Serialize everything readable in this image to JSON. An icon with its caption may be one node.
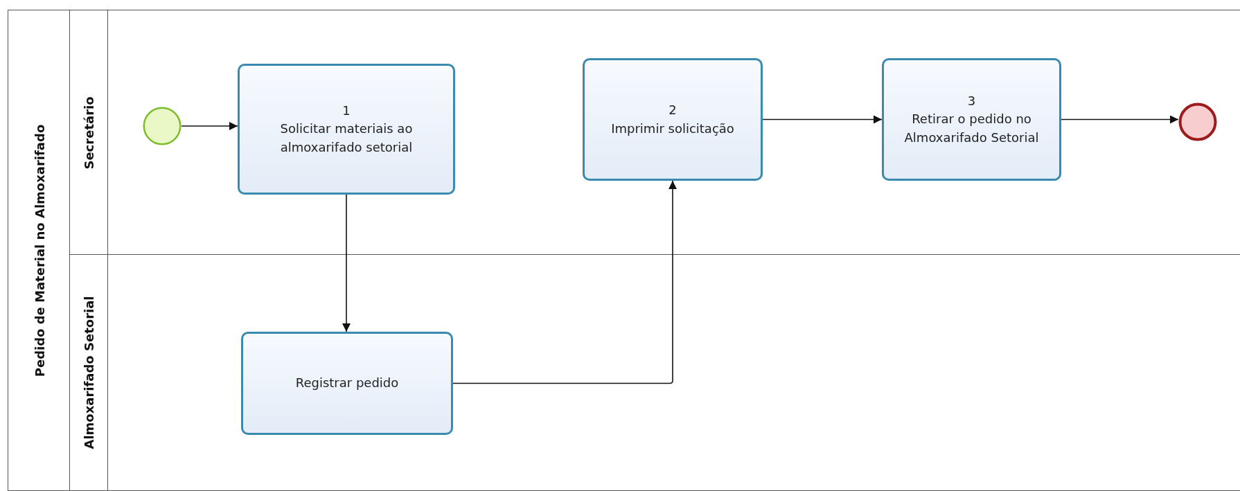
{
  "diagram": {
    "nodes": [
      {
        "text": [
          "Pedido de Material no Almoxarifado"
        ]
      },
      {
        "text": [
          "Secretário"
        ],
        "in": 0
      },
      {
        "text": [
          "Almoxarifado Setorial"
        ],
        "in": 0
      },
      {
        "text": [],
        "shape": "circle",
        "in": 1
      },
      {
        "text": [
          "1",
          "Solicitar materiais ao almoxarifado setorial"
        ],
        "in": 1
      },
      {
        "text": [
          "2",
          "Imprimir solicitação"
        ],
        "in": 1
      },
      {
        "text": [
          "3",
          "Retirar o pedido no Almoxarifado Setorial"
        ],
        "in": 1
      },
      {
        "text": [],
        "shape": "circle",
        "in": 1
      },
      {
        "text": [
          "Registrar pedido"
        ],
        "in": 2
      }
    ],
    "edges": [
      {
        "from": 3,
        "to": 4,
        "arrow": "to"
      },
      {
        "from": 4,
        "to": 8,
        "arrow": "to"
      },
      {
        "from": 8,
        "to": 5,
        "arrow": "to"
      },
      {
        "from": 5,
        "to": 6,
        "arrow": "to"
      },
      {
        "from": 6,
        "to": 7,
        "arrow": "to"
      }
    ]
  }
}
